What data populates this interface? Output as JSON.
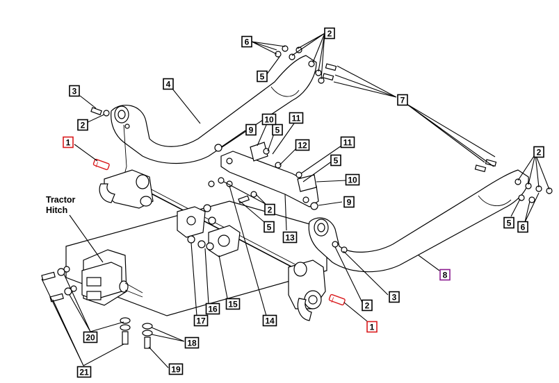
{
  "diagram": {
    "label": "Tractor\nHitch",
    "colors": {
      "default": "#000000",
      "highlight_red": "#d9191c",
      "highlight_purple": "#8b1a8f"
    },
    "callouts": [
      {
        "id": "c1a",
        "text": "1",
        "style": "red"
      },
      {
        "id": "c1b",
        "text": "1",
        "style": "red"
      },
      {
        "id": "c2a",
        "text": "2",
        "style": "normal"
      },
      {
        "id": "c2b",
        "text": "2",
        "style": "normal"
      },
      {
        "id": "c2c",
        "text": "2",
        "style": "normal"
      },
      {
        "id": "c2d",
        "text": "2",
        "style": "normal"
      },
      {
        "id": "c2e",
        "text": "2",
        "style": "normal"
      },
      {
        "id": "c3a",
        "text": "3",
        "style": "normal"
      },
      {
        "id": "c3b",
        "text": "3",
        "style": "normal"
      },
      {
        "id": "c4",
        "text": "4",
        "style": "normal"
      },
      {
        "id": "c5a",
        "text": "5",
        "style": "normal"
      },
      {
        "id": "c5b",
        "text": "5",
        "style": "normal"
      },
      {
        "id": "c5c",
        "text": "5",
        "style": "normal"
      },
      {
        "id": "c5d",
        "text": "5",
        "style": "normal"
      },
      {
        "id": "c5e",
        "text": "5",
        "style": "normal"
      },
      {
        "id": "c6a",
        "text": "6",
        "style": "normal"
      },
      {
        "id": "c6b",
        "text": "6",
        "style": "normal"
      },
      {
        "id": "c7",
        "text": "7",
        "style": "normal"
      },
      {
        "id": "c8",
        "text": "8",
        "style": "purple"
      },
      {
        "id": "c9a",
        "text": "9",
        "style": "normal"
      },
      {
        "id": "c9b",
        "text": "9",
        "style": "normal"
      },
      {
        "id": "c10a",
        "text": "10",
        "style": "normal"
      },
      {
        "id": "c10b",
        "text": "10",
        "style": "normal"
      },
      {
        "id": "c11a",
        "text": "11",
        "style": "normal"
      },
      {
        "id": "c11b",
        "text": "11",
        "style": "normal"
      },
      {
        "id": "c12",
        "text": "12",
        "style": "normal"
      },
      {
        "id": "c13",
        "text": "13",
        "style": "normal"
      },
      {
        "id": "c14",
        "text": "14",
        "style": "normal"
      },
      {
        "id": "c15",
        "text": "15",
        "style": "normal"
      },
      {
        "id": "c16",
        "text": "16",
        "style": "normal"
      },
      {
        "id": "c17",
        "text": "17",
        "style": "normal"
      },
      {
        "id": "c18",
        "text": "18",
        "style": "normal"
      },
      {
        "id": "c19",
        "text": "19",
        "style": "normal"
      },
      {
        "id": "c20",
        "text": "20",
        "style": "normal"
      },
      {
        "id": "c21",
        "text": "21",
        "style": "normal"
      }
    ]
  }
}
